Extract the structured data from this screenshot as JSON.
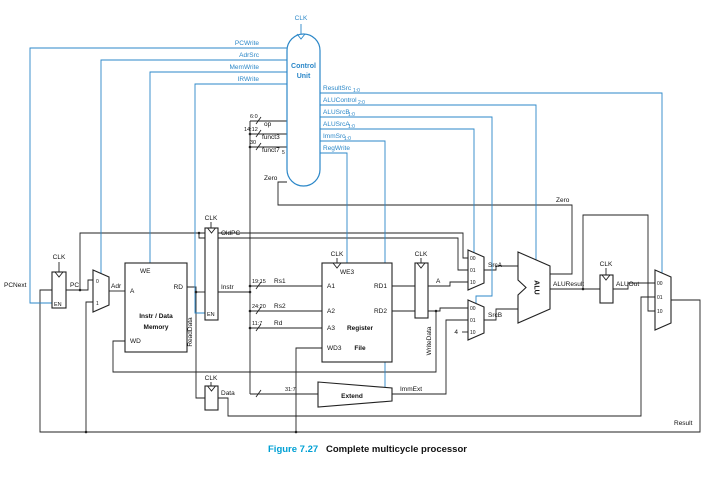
{
  "caption": {
    "number": "Figure 7.27",
    "title": "Complete multicycle processor"
  },
  "colors": {
    "control_blue": "#2b87c8",
    "caption_accent": "#00a0d4",
    "wire_black": "#222222"
  },
  "control": {
    "clk": "CLK",
    "title1": "Control",
    "title2": "Unit",
    "left_signals": [
      "PCWrite",
      "AdrSrc",
      "MemWrite",
      "IRWrite"
    ],
    "right_signals": [
      {
        "name": "ResultSrc",
        "sub": "1:0"
      },
      {
        "name": "ALUControl",
        "sub": "2:0"
      },
      {
        "name": "ALUSrcB",
        "sub": "1:0"
      },
      {
        "name": "ALUSrcA",
        "sub": "1:0"
      },
      {
        "name": "ImmSrc",
        "sub": "1:0"
      },
      {
        "name": "RegWrite",
        "sub": ""
      }
    ],
    "instr_fields": [
      {
        "bits": "6:0",
        "name": "op",
        "sub": ""
      },
      {
        "bits": "14:12",
        "name": "funct3",
        "sub": ""
      },
      {
        "bits": "30",
        "name": "funct7",
        "sub": "5"
      }
    ],
    "zero": "Zero"
  },
  "labels": {
    "clk": "CLK",
    "en": "EN",
    "pcnext": "PCNext",
    "pc": "PC",
    "adr": "Adr",
    "we": "WE",
    "a": "A",
    "rd": "RD",
    "wd": "WD",
    "mem1": "Instr / Data",
    "mem2": "Memory",
    "readdata": "ReadData",
    "oldpc": "OldPC",
    "instr": "Instr",
    "data": "Data",
    "bits_rs1": "19:15",
    "bits_rs2": "24:20",
    "bits_rd": "11:7",
    "bits_imm": "31:7",
    "rs1": "Rs1",
    "rs2": "Rs2",
    "rdfield": "Rd",
    "we3": "WE3",
    "a1": "A1",
    "a2": "A2",
    "a3": "A3",
    "wd3": "WD3",
    "rd1": "RD1",
    "rd2": "RD2",
    "regfile1": "Register",
    "regfile2": "File",
    "extend": "Extend",
    "immext": "ImmExt",
    "writedata": "WriteData",
    "four": "4",
    "srca": "SrcA",
    "srcb": "SrcB",
    "alu": "ALU",
    "aluresult": "ALUResult",
    "aluout": "ALUOut",
    "zero": "Zero",
    "result": "Result",
    "mux0": "0",
    "mux1": "1",
    "mux00": "00",
    "mux01": "01",
    "mux10": "10"
  }
}
